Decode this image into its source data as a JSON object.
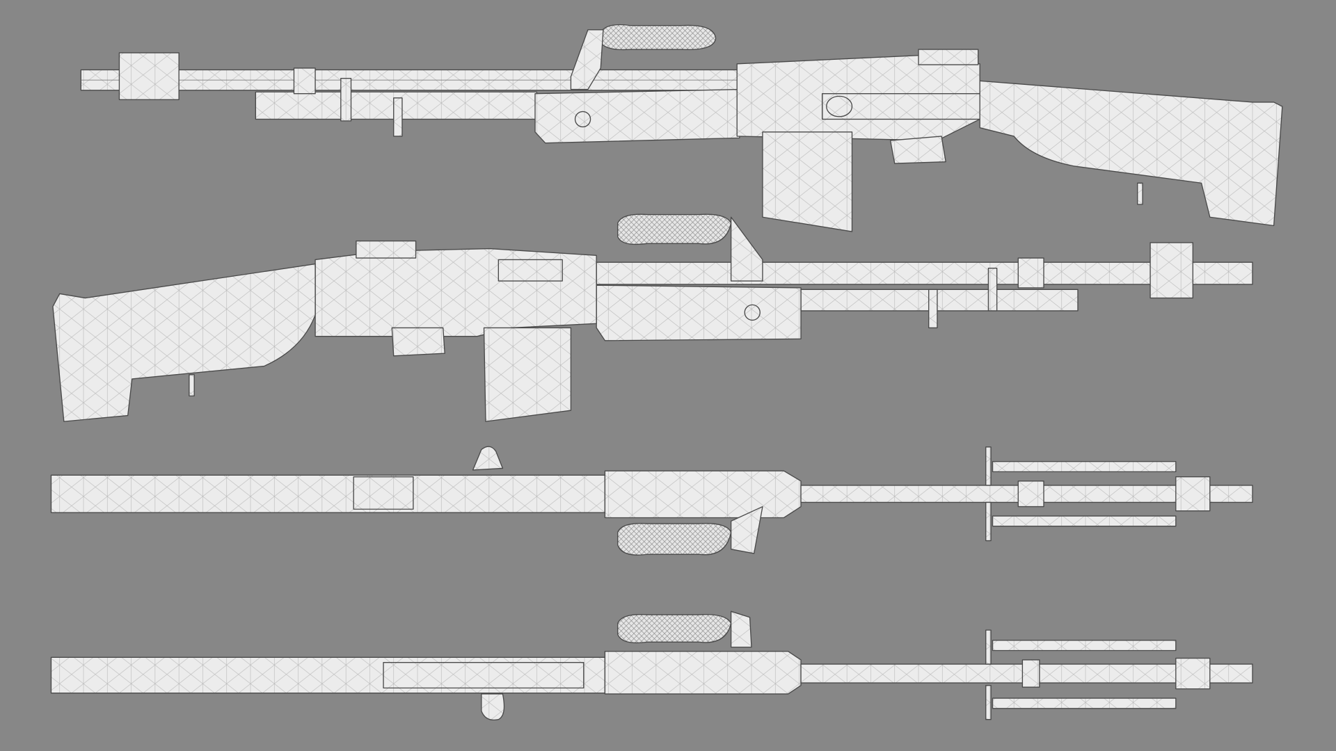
{
  "scene": {
    "background_color": "#878787",
    "model_fill_color": "#ececec",
    "wire_color": "#4a4a4a",
    "views": [
      {
        "name": "left-side-view"
      },
      {
        "name": "right-side-view"
      },
      {
        "name": "top-view"
      },
      {
        "name": "bottom-view"
      }
    ]
  }
}
